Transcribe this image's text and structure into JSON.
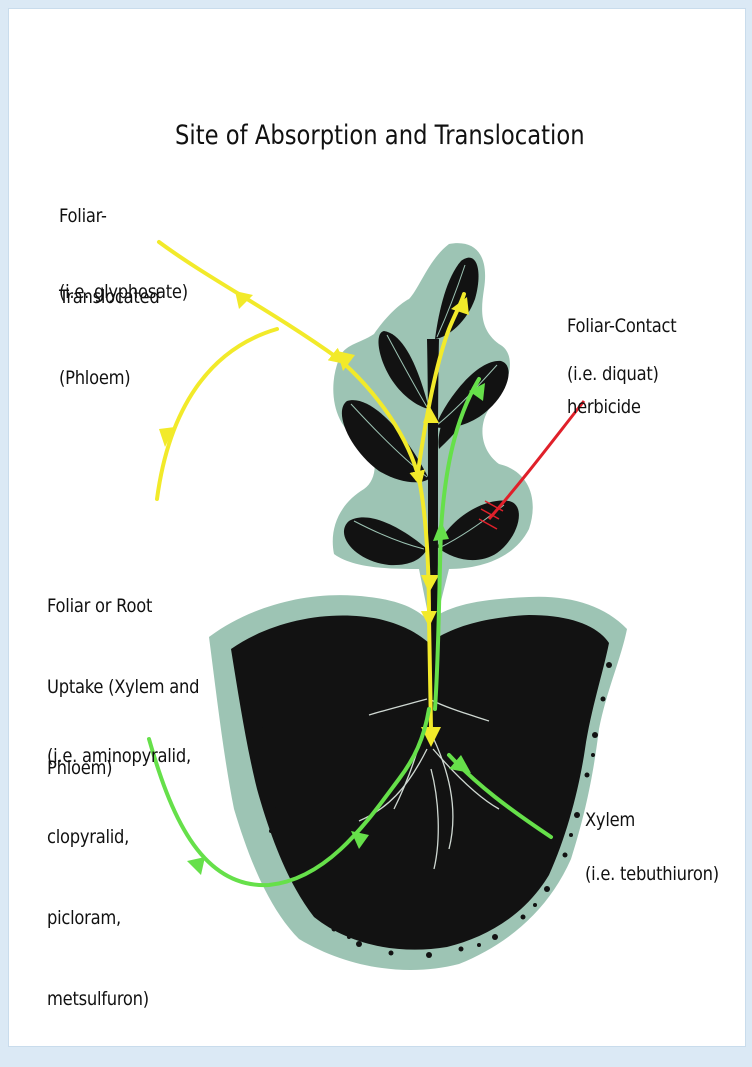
{
  "title": "Site of Absorption and Translocation",
  "labels": {
    "foliar_translocated": {
      "lines": [
        "Foliar-",
        "Translocated",
        "(Phloem)"
      ],
      "example": "(i.e. glyphosate)"
    },
    "foliar_contact": {
      "lines": [
        "Foliar-Contact",
        "herbicide"
      ],
      "example": "(i.e. diquat)"
    },
    "foliar_or_root": {
      "lines": [
        "Foliar or Root",
        "Uptake (Xylem and",
        "Phloem)"
      ],
      "examples": [
        "(i.e. aminopyralid,",
        "clopyralid,",
        "picloram,",
        "metsulfuron)"
      ]
    },
    "xylem": {
      "lines": [
        "Xylem"
      ],
      "example": "(i.e. tebuthiuron)"
    }
  },
  "colors": {
    "background": "#ffffff",
    "page_border": "#dbe9f5",
    "halo": "#9dc4b4",
    "plant": "#121212",
    "phloem_arrow": "#f2ea2a",
    "xylem_arrow": "#66e04a",
    "contact_arrow": "#e0202a"
  }
}
